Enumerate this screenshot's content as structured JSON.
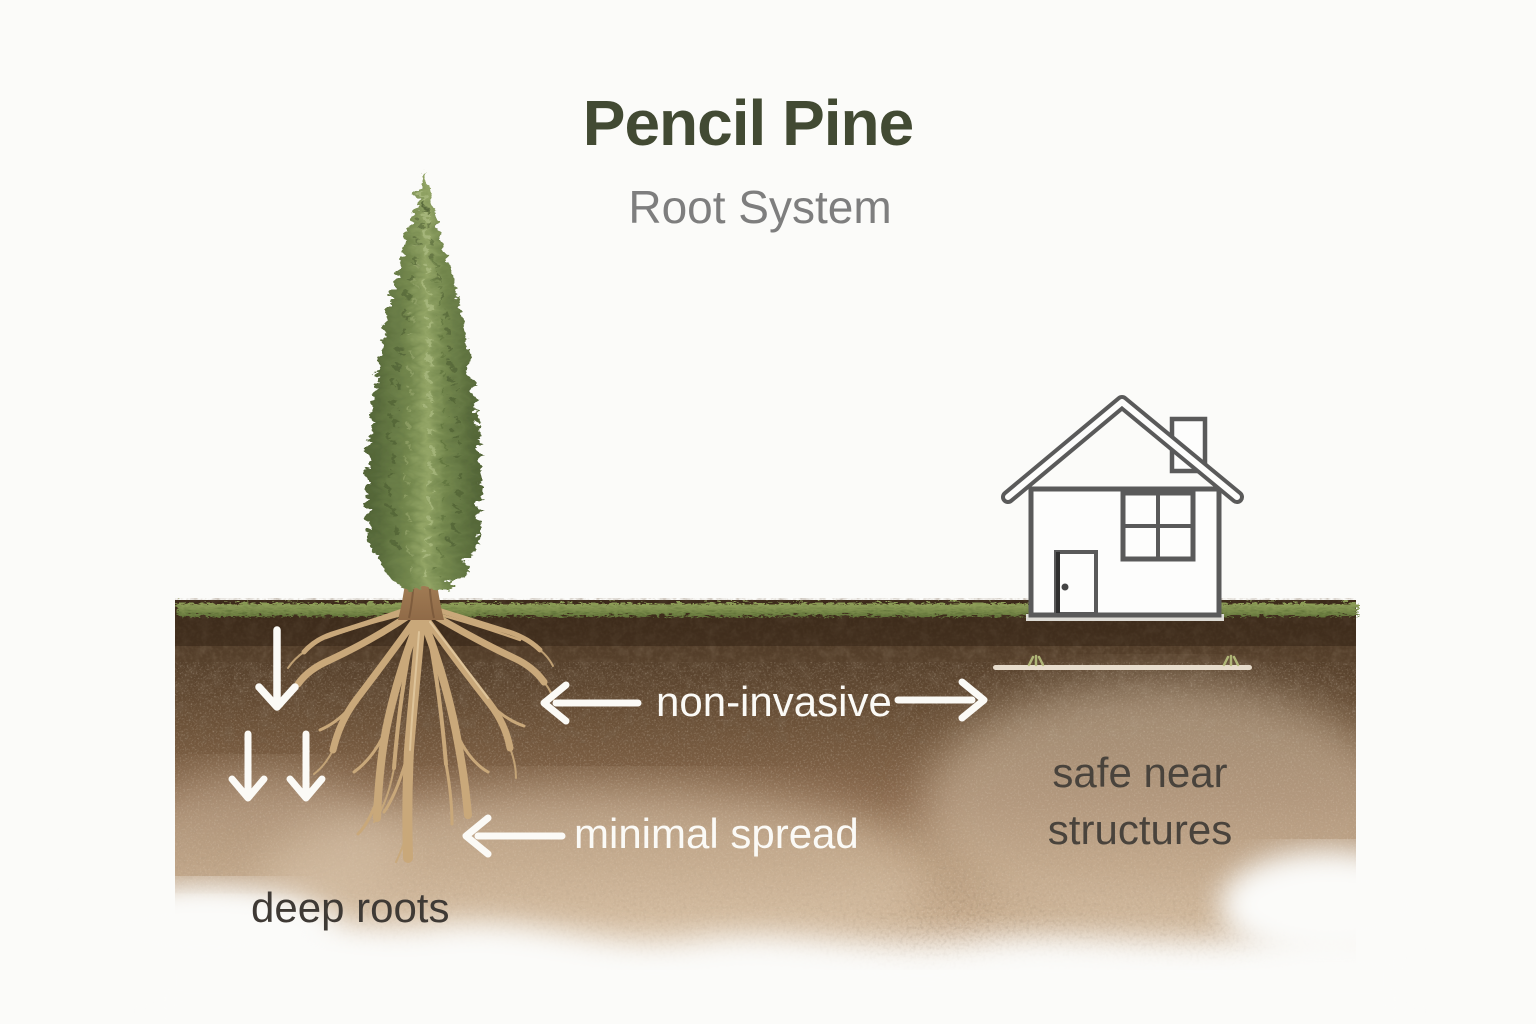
{
  "title": "Pencil Pine",
  "subtitle": "Root System",
  "labels": {
    "non_invasive": "non-invasive",
    "minimal_spread": "minimal spread",
    "deep_roots": "deep roots",
    "safe_line1": "safe near",
    "safe_line2": "structures"
  },
  "illustration": {
    "tree": "pencil pine (italian cypress) with trunk and fibrous root ball",
    "soil": "soil cross-section fading to white at bottom",
    "house": "outlined house with chimney, window and door, safe beside tree",
    "arrows": [
      "down-arrow",
      "down-arrow",
      "down-arrow",
      "left-arrow non-invasive",
      "right-arrow non-invasive",
      "left-arrow minimal spread"
    ]
  },
  "colors": {
    "title_green": "#424a33",
    "subtitle_gray": "#7e7e7e",
    "label_white": "#fbfaf6",
    "label_dark": "#3f3a35",
    "foliage_green": "#74884e",
    "grass_green": "#7f914f",
    "soil_dark": "#4e3a28",
    "soil_mid": "#8a6a4e",
    "soil_light": "#cdb79e",
    "root_tan": "#c9a87a",
    "house_outline": "#5a5a5a",
    "background": "#fbfbf9"
  }
}
